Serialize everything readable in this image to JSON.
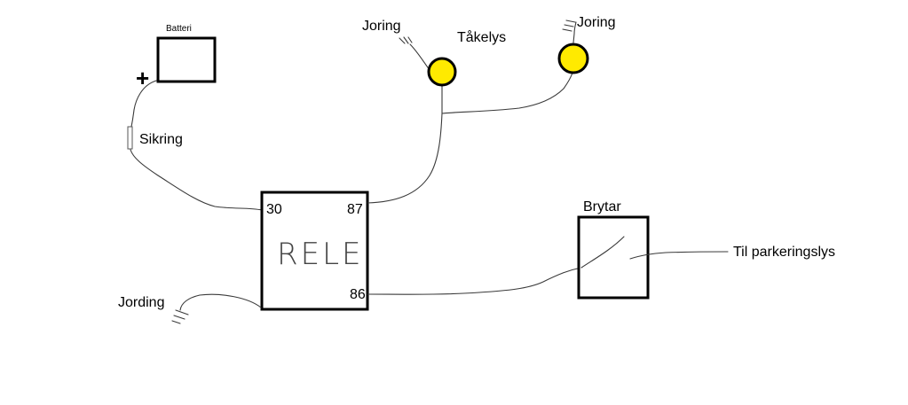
{
  "labels": {
    "battery": "Batteri",
    "plus": "+",
    "fuse": "Sikring",
    "ground_left_lamp": "Joring",
    "fog_lights": "Tåkelys",
    "ground_right_lamp": "Joring",
    "relay_text": "RELE",
    "pin_30": "30",
    "pin_87": "87",
    "pin_86": "86",
    "ground_relay": "Jording",
    "switch": "Brytar",
    "to_parking": "Til parkeringslys"
  },
  "colors": {
    "lamp_fill": "#ffea00",
    "lamp_stroke": "#000000",
    "wire": "#3a3a3a"
  }
}
